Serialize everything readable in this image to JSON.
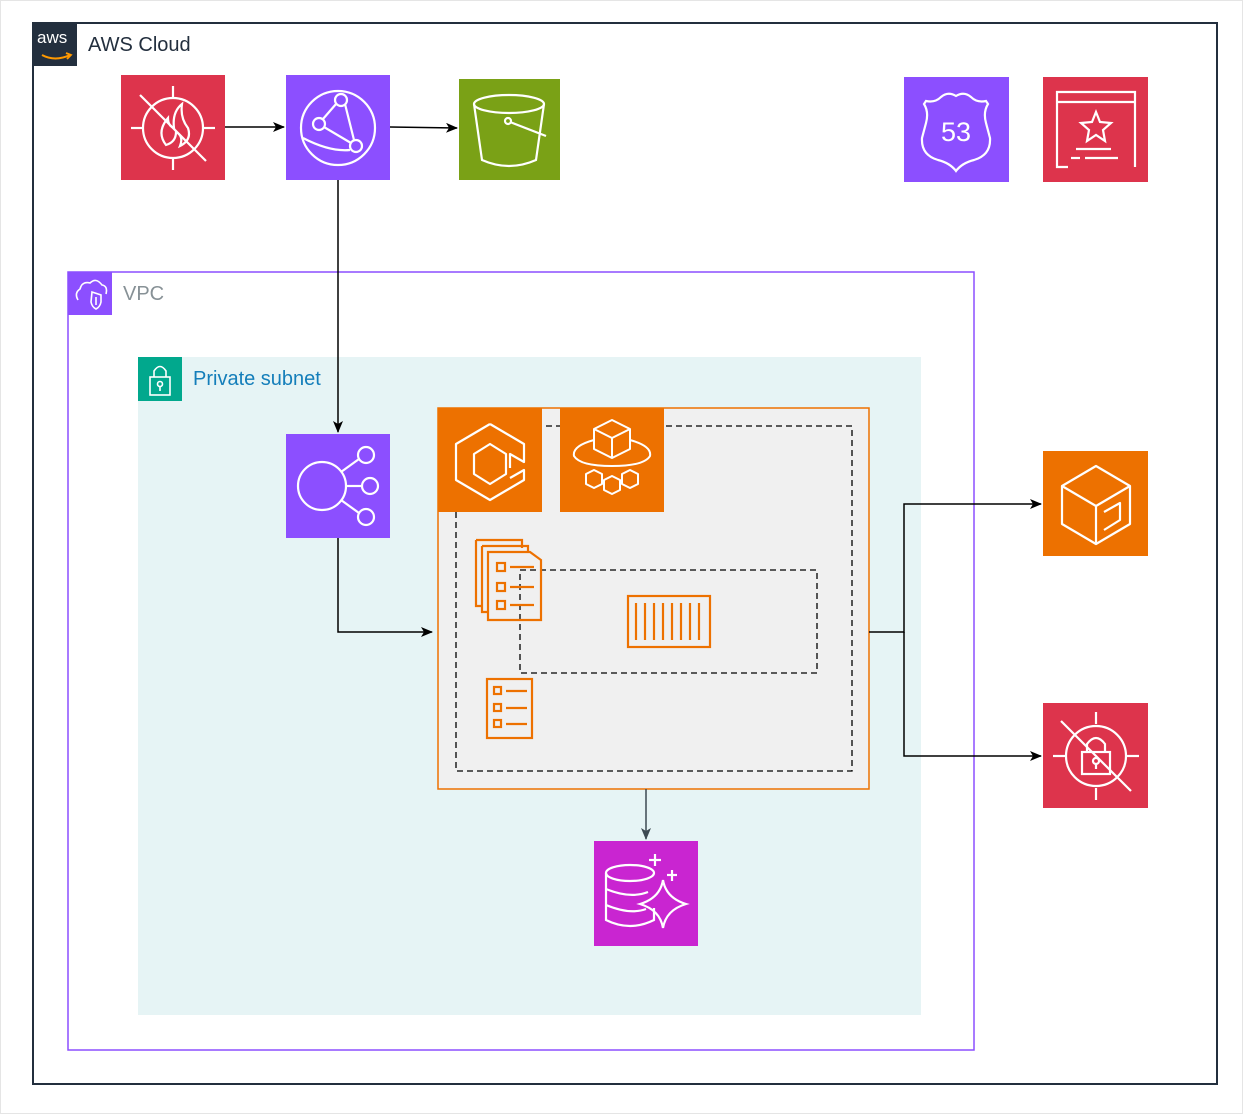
{
  "diagram": {
    "aws_cloud": {
      "label": "AWS Cloud",
      "logo_text": "aws"
    },
    "vpc": {
      "label": "VPC"
    },
    "private_subnet": {
      "label": "Private subnet"
    },
    "route53": {
      "text": "53"
    },
    "colors": {
      "security_red": "#dd344c",
      "networking_purple": "#8c4fff",
      "storage_green": "#7aa116",
      "compute_orange": "#ed7100",
      "database_magenta": "#c925d1",
      "subnet_teal": "#01a88d",
      "subnet_fill": "#e6f4f5",
      "vpc_border": "#8c4fff",
      "cloud_border": "#232f3e",
      "cluster_fill": "#f0f0f0"
    }
  }
}
